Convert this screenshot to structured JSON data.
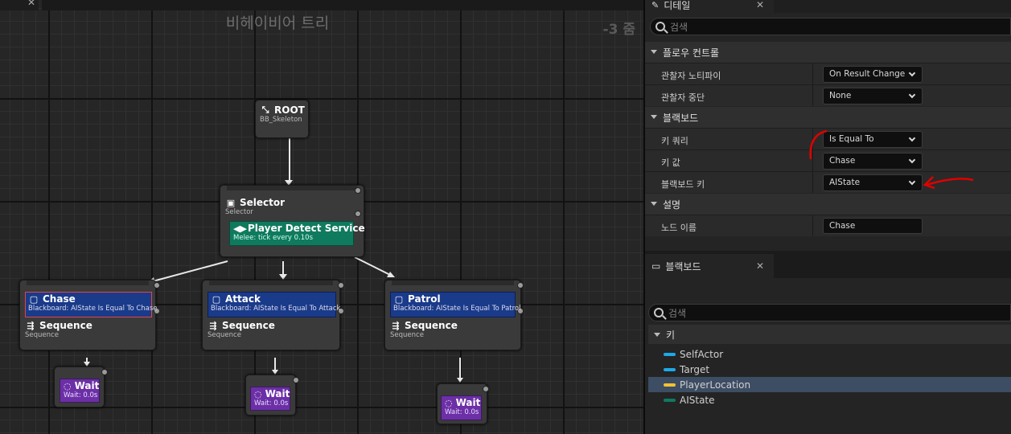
{
  "graph": {
    "title": "비헤이비어 트리",
    "zoom": "-3 줌",
    "root": {
      "label": "ROOT",
      "sub": "BB_Skeleton"
    },
    "selector": {
      "label": "Selector",
      "sub": "Selector"
    },
    "service": {
      "label": "Player Detect Service",
      "sub": "Melee: tick every 0.10s"
    },
    "branches": [
      {
        "decorator": "Chase",
        "decorator_sub": "Blackboard: AIState Is Equal To Chase",
        "composite": "Sequence",
        "composite_sub": "Sequence",
        "task": "Wait",
        "task_sub": "Wait: 0.0s"
      },
      {
        "decorator": "Attack",
        "decorator_sub": "Blackboard: AIState Is Equal To Attack",
        "composite": "Sequence",
        "composite_sub": "Sequence",
        "task": "Wait",
        "task_sub": "Wait: 0.0s"
      },
      {
        "decorator": "Patrol",
        "decorator_sub": "Blackboard: AIState Is Equal To Patrol",
        "composite": "Sequence",
        "composite_sub": "Sequence",
        "task": "Wait",
        "task_sub": "Wait: 0.0s"
      }
    ]
  },
  "details": {
    "tab": "디테일",
    "search_placeholder": "검색",
    "sections": {
      "flow": "플로우 컨트롤",
      "blackboard": "블랙보드",
      "description": "설명"
    },
    "rows": {
      "observer_notify": {
        "label": "관찰자 노티파이",
        "value": "On Result Change"
      },
      "observer_abort": {
        "label": "관찰자 중단",
        "value": "None"
      },
      "key_query": {
        "label": "키 쿼리",
        "value": "Is Equal To"
      },
      "key_value": {
        "label": "키 값",
        "value": "Chase"
      },
      "blackboard_key": {
        "label": "블랙보드 키",
        "value": "AIState"
      },
      "node_name": {
        "label": "노드 이름",
        "value": "Chase"
      }
    }
  },
  "blackboard": {
    "tab": "블랙보드",
    "search_placeholder": "검색",
    "section": "키",
    "keys": [
      {
        "name": "SelfActor",
        "color": "#1fa8e8"
      },
      {
        "name": "Target",
        "color": "#1fa8e8"
      },
      {
        "name": "PlayerLocation",
        "color": "#f2c230"
      },
      {
        "name": "AIState",
        "color": "#0f7a60"
      }
    ]
  }
}
